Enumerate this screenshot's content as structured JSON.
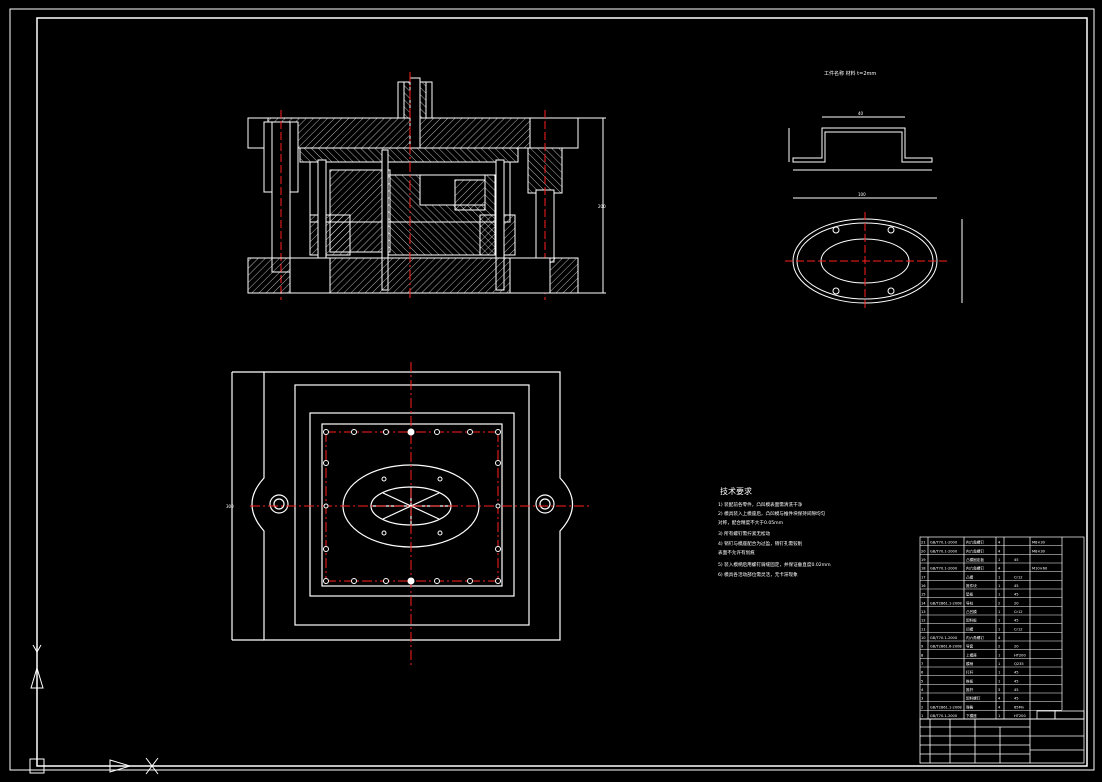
{
  "drawing": {
    "background": "#000000",
    "line_color": "#ffffff",
    "centerline_color": "#ff2020",
    "part_caption": "工件名称 材料 t=2mm",
    "tech_req_title": "技术要求",
    "tech_req_lines": [
      "1) 装配前各零件，凸凹模表面需清洗干净",
      "2) 模具装入上模座后，凸凹模与推件块保持间隙均匀",
      "   对称，配合精度不大于0.05mm",
      "3) 所有螺钉需拧紧无松动",
      "4) 销钉与模座配合为过盈，销钉孔需铰削",
      "   表面不允许有划痕",
      "5) 装入模柄后用螺钉骑缝固定，并保证垂直度0.02mm",
      "6) 模具各活动部位需灵活，无卡滞现象"
    ]
  },
  "bom": {
    "rows": [
      {
        "no": "21",
        "std": "GB/T70.1-2000",
        "name": "内六角螺钉",
        "qty": "4",
        "mat": "",
        "note": "M8×30"
      },
      {
        "no": "20",
        "std": "GB/T70.1-2000",
        "name": "内六角螺钉",
        "qty": "4",
        "mat": "",
        "note": "M8×30"
      },
      {
        "no": "19",
        "std": "",
        "name": "凸模固定板",
        "qty": "1",
        "mat": "45",
        "note": ""
      },
      {
        "no": "18",
        "std": "GB/T70.1-2000",
        "name": "内六角螺钉",
        "qty": "4",
        "mat": "",
        "note": "M10×60"
      },
      {
        "no": "17",
        "std": "",
        "name": "凸模",
        "qty": "1",
        "mat": "Cr12",
        "note": ""
      },
      {
        "no": "16",
        "std": "",
        "name": "推件块",
        "qty": "1",
        "mat": "45",
        "note": ""
      },
      {
        "no": "15",
        "std": "",
        "name": "垫板",
        "qty": "1",
        "mat": "45",
        "note": ""
      },
      {
        "no": "14",
        "std": "GB/T2861.1-2008",
        "name": "导柱",
        "qty": "2",
        "mat": "20",
        "note": ""
      },
      {
        "no": "13",
        "std": "",
        "name": "凸凹模",
        "qty": "1",
        "mat": "Cr12",
        "note": ""
      },
      {
        "no": "12",
        "std": "",
        "name": "卸料板",
        "qty": "1",
        "mat": "45",
        "note": ""
      },
      {
        "no": "11",
        "std": "",
        "name": "凹模",
        "qty": "1",
        "mat": "Cr12",
        "note": ""
      },
      {
        "no": "10",
        "std": "GB/T70.1-2000",
        "name": "内六角螺钉",
        "qty": "4",
        "mat": "",
        "note": ""
      },
      {
        "no": "9",
        "std": "GB/T2861.6-2008",
        "name": "导套",
        "qty": "2",
        "mat": "20",
        "note": ""
      },
      {
        "no": "8",
        "std": "",
        "name": "上模座",
        "qty": "1",
        "mat": "HT200",
        "note": ""
      },
      {
        "no": "7",
        "std": "",
        "name": "模柄",
        "qty": "1",
        "mat": "Q235",
        "note": ""
      },
      {
        "no": "6",
        "std": "",
        "name": "打杆",
        "qty": "1",
        "mat": "45",
        "note": ""
      },
      {
        "no": "5",
        "std": "",
        "name": "推板",
        "qty": "1",
        "mat": "45",
        "note": ""
      },
      {
        "no": "4",
        "std": "",
        "name": "推杆",
        "qty": "3",
        "mat": "45",
        "note": ""
      },
      {
        "no": "3",
        "std": "",
        "name": "卸料螺钉",
        "qty": "4",
        "mat": "45",
        "note": ""
      },
      {
        "no": "2",
        "std": "GB/T2861.1-2008",
        "name": "弹簧",
        "qty": "4",
        "mat": "65Mn",
        "note": ""
      },
      {
        "no": "1",
        "std": "GB/T70.1-2000",
        "name": "下模座",
        "qty": "1",
        "mat": "HT200",
        "note": ""
      }
    ]
  }
}
